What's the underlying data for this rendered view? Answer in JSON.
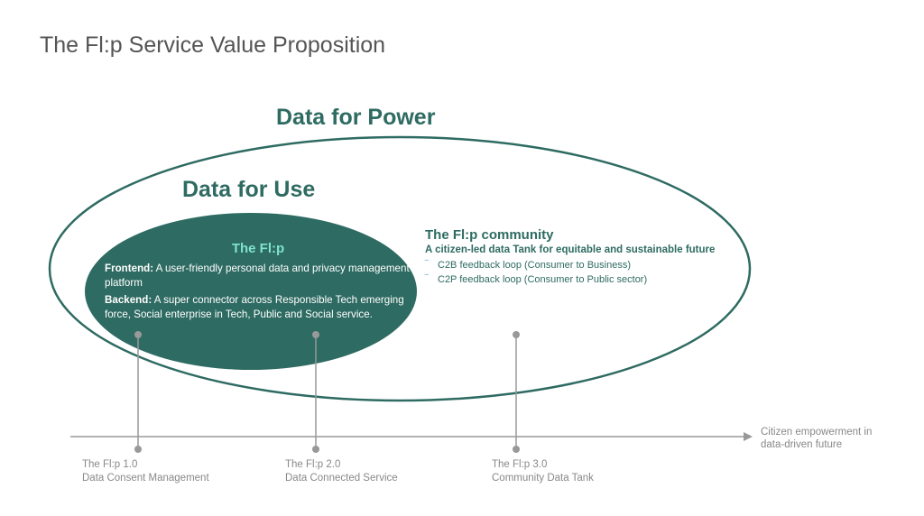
{
  "title": "The Fl:p Service Value Proposition",
  "outer_ellipse": {
    "label": "Data for Power"
  },
  "inner_ellipse": {
    "label": "Data for Use",
    "title": "The Fl:p",
    "frontend_label": "Frontend:",
    "frontend_text": " A user-friendly personal data and privacy management platform",
    "backend_label": "Backend:",
    "backend_text": " A super connector across Responsible Tech emerging force, Social enterprise in Tech, Public and Social service."
  },
  "community": {
    "title": "The Fl:p community",
    "subtitle": "A citizen-led data Tank for equitable and sustainable future",
    "loops": [
      "C2B feedback loop (Consumer to Business)",
      "C2P feedback loop (Consumer to Public sector)"
    ]
  },
  "timeline": {
    "axis_label": "Citizen empowerment in data-driven future",
    "milestones": [
      {
        "version": "The Fl:p 1.0",
        "name": "Data Consent Management"
      },
      {
        "version": "The Fl:p 2.0",
        "name": "Data Connected Service"
      },
      {
        "version": "The Fl:p 3.0",
        "name": "Community Data Tank"
      }
    ]
  },
  "colors": {
    "teal": "#2e6b62",
    "mint": "#7fe3cf",
    "grey": "#888888",
    "title_grey": "#555555"
  }
}
